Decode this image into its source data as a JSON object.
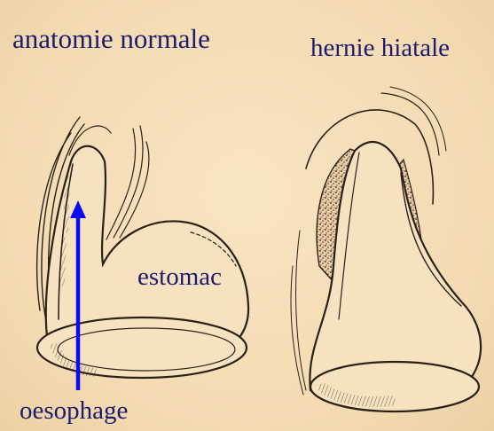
{
  "labels": {
    "left_title": "anatomie normale",
    "right_title": "hernie hiatale",
    "stomach": "estomac",
    "esophagus": "oesophage"
  },
  "colors": {
    "background": "#f5deb8",
    "text": "#1c1c6e",
    "ink": "#2a2118",
    "arrow": "#0a0af0",
    "hernia_accent": "#b0183a"
  }
}
